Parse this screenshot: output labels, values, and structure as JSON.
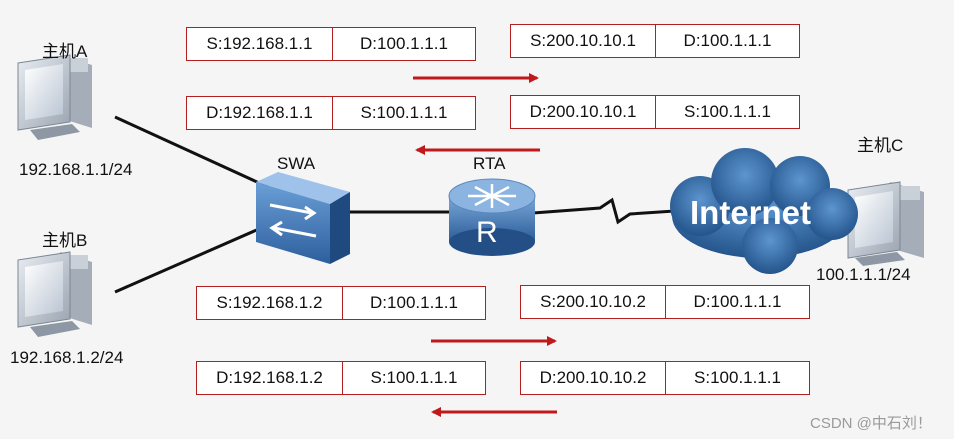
{
  "hosts": {
    "a": {
      "name": "主机A",
      "ip": "192.168.1.1/24"
    },
    "b": {
      "name": "主机B",
      "ip": "192.168.1.2/24"
    },
    "c": {
      "name": "主机C",
      "ip": "100.1.1.1/24"
    }
  },
  "devices": {
    "switch": "SWA",
    "router": "RTA",
    "router_glyph": "R",
    "cloud": "Internet"
  },
  "packets": {
    "a_out_inside": [
      "S:192.168.1.1",
      "D:100.1.1.1"
    ],
    "a_out_outside": [
      "S:200.10.10.1",
      "D:100.1.1.1"
    ],
    "a_ret_inside": [
      "D:192.168.1.1",
      "S:100.1.1.1"
    ],
    "a_ret_outside": [
      "D:200.10.10.1",
      "S:100.1.1.1"
    ],
    "b_out_inside": [
      "S:192.168.1.2",
      "D:100.1.1.1"
    ],
    "b_out_outside": [
      "S:200.10.10.2",
      "D:100.1.1.1"
    ],
    "b_ret_inside": [
      "D:192.168.1.2",
      "S:100.1.1.1"
    ],
    "b_ret_outside": [
      "D:200.10.10.2",
      "S:100.1.1.1"
    ]
  },
  "watermark": "CSDN @中石刘！",
  "colors": {
    "arrow": "#c0191b",
    "box_border": "#b31e1e",
    "cloud": "#2e6da4",
    "device_blue": "#3c74b0"
  }
}
